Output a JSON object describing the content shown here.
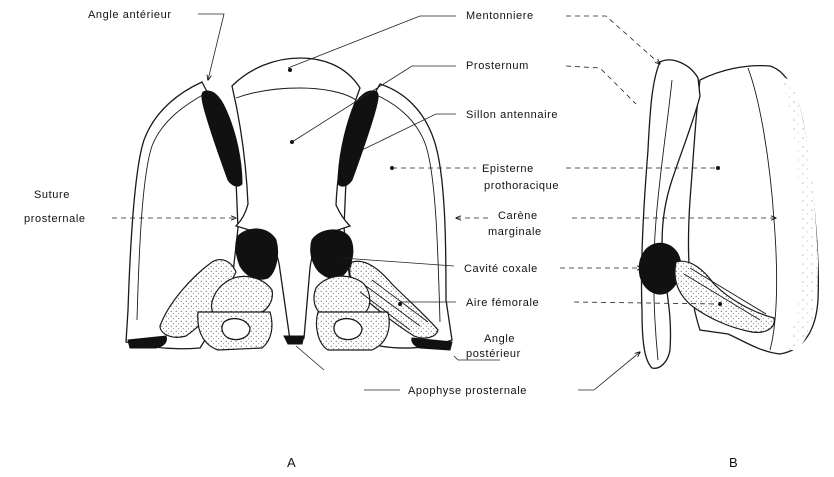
{
  "labels": {
    "angle_anterieur": "Angle antérieur",
    "mentonniere": "Mentonniere",
    "prosternum": "Prosternum",
    "sillon_antennaire": "Sillon antennaire",
    "episterne_line1": "Episterne",
    "episterne_line2": "prothoracique",
    "suture_line1": "Suture",
    "suture_line2": "prosternale",
    "carene_line1": "Carène",
    "carene_line2": "marginale",
    "cavite_coxale": "Cavité  coxale",
    "aire_femorale": "Aire fémorale",
    "angle_posterieur_line1": "Angle",
    "angle_posterieur_line2": "postérieur",
    "apophyse_prosternale": "Apophyse prosternale"
  },
  "panels": {
    "a": "A",
    "b": "B"
  }
}
